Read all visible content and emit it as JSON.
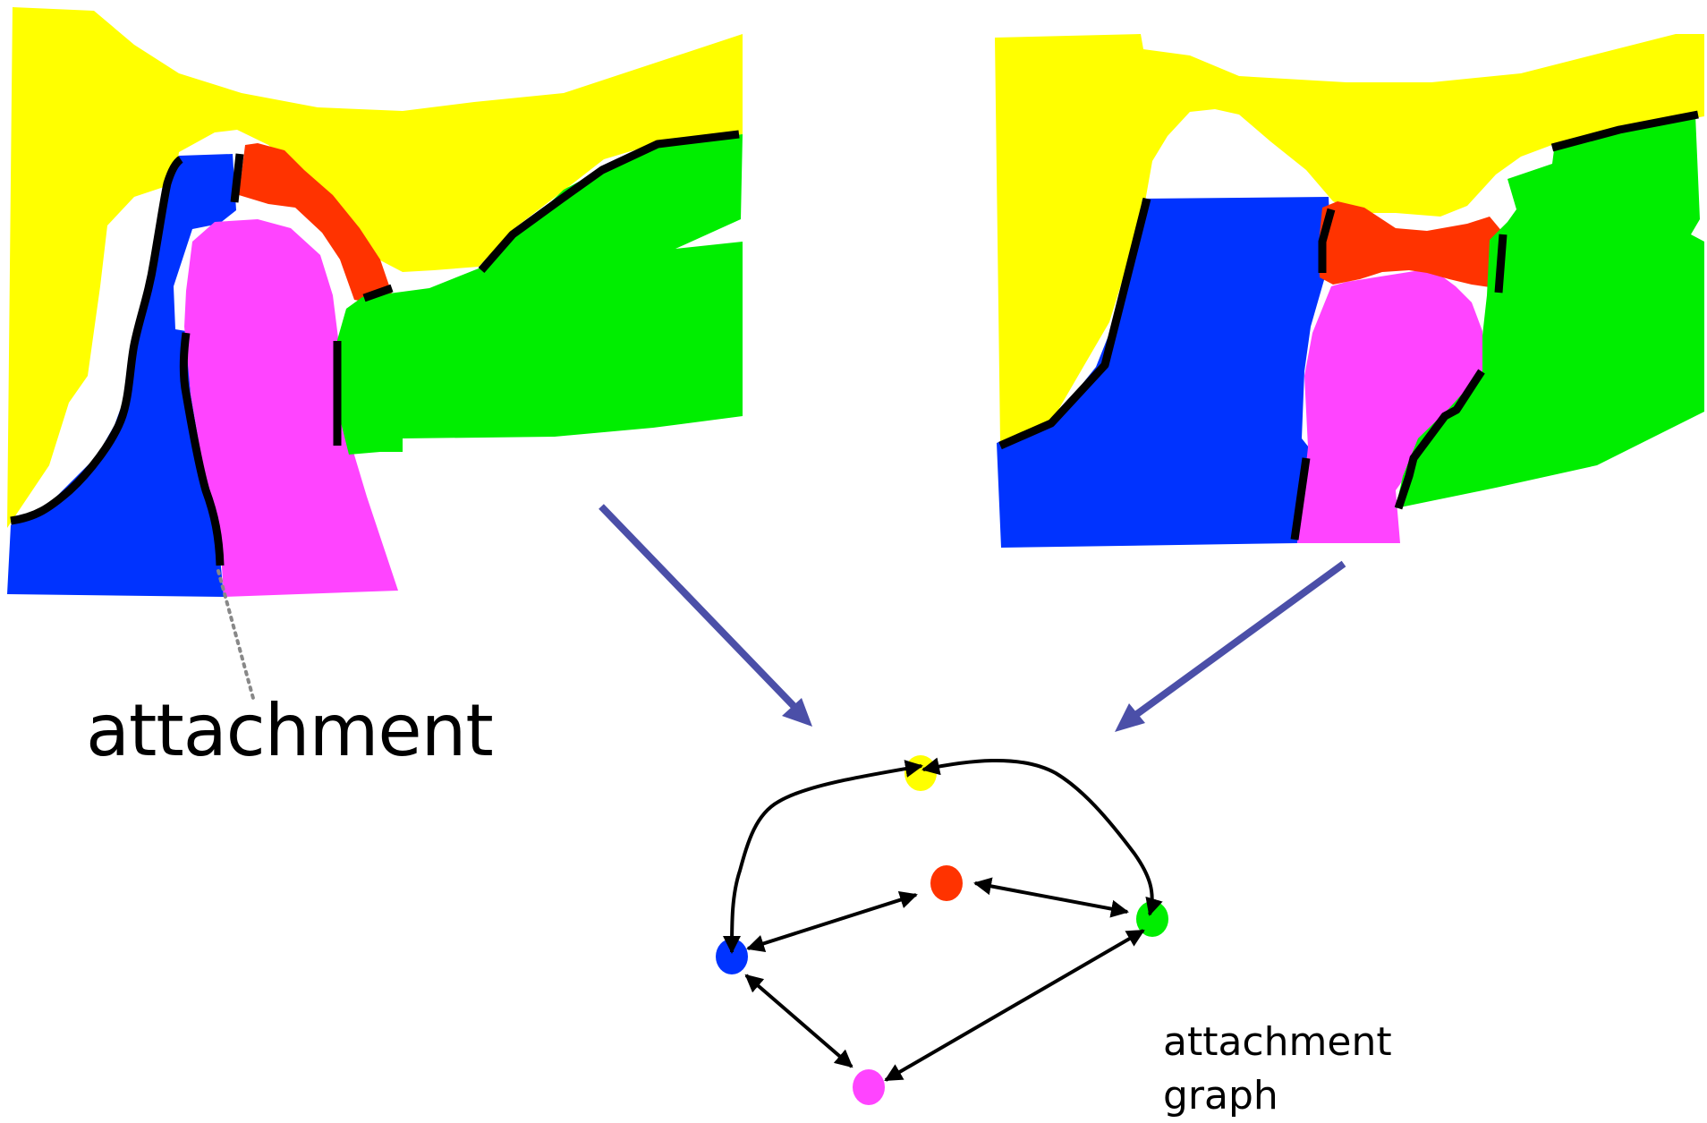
{
  "labels": {
    "attachment": "attachment",
    "graph_line1": "attachment",
    "graph_line2": "graph"
  },
  "colors": {
    "yellow": "#FFFF00",
    "red": "#FF3300",
    "blue": "#0033FF",
    "magenta": "#FF44FF",
    "green": "#00EE00",
    "boundary": "#000000",
    "arrow": "#4B4FA8",
    "dotted_leader": "#888888"
  },
  "graph": {
    "nodes": [
      {
        "name": "graph-node-yellow",
        "color": "yellow"
      },
      {
        "name": "graph-node-red",
        "color": "red"
      },
      {
        "name": "graph-node-green",
        "color": "green"
      },
      {
        "name": "graph-node-blue",
        "color": "blue"
      },
      {
        "name": "graph-node-magenta",
        "color": "magenta"
      }
    ],
    "edges": [
      {
        "from": "blue",
        "to": "red",
        "kind": "straight"
      },
      {
        "from": "red",
        "to": "green",
        "kind": "straight"
      },
      {
        "from": "blue",
        "to": "magenta",
        "kind": "straight"
      },
      {
        "from": "magenta",
        "to": "green",
        "kind": "straight"
      },
      {
        "from": "yellow",
        "to": "blue",
        "kind": "curved"
      },
      {
        "from": "yellow",
        "to": "green",
        "kind": "curved"
      }
    ]
  }
}
